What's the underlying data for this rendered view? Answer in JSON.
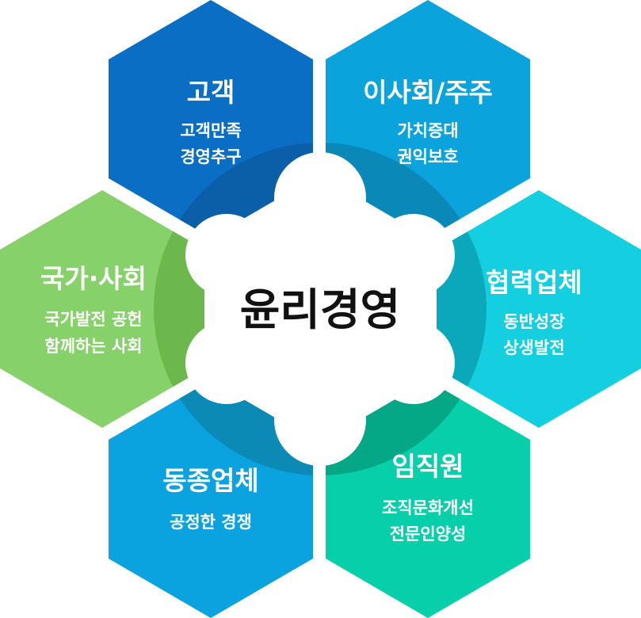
{
  "center": {
    "title": "윤리경영"
  },
  "nodes": [
    {
      "id": "customer",
      "title": "고객",
      "lines": [
        "고객만족",
        "경영추구"
      ],
      "color": "#0a6fc4"
    },
    {
      "id": "board",
      "title": "이사회/주주",
      "lines": [
        "가치증대",
        "권익보호"
      ],
      "color": "#0ba3dc"
    },
    {
      "id": "partners",
      "title": "협력업체",
      "lines": [
        "동반성장",
        "상생발전"
      ],
      "color": "#13cfe0"
    },
    {
      "id": "employees",
      "title": "임직원",
      "lines": [
        "조직문화개선",
        "전문인양성"
      ],
      "color": "#07cfa9"
    },
    {
      "id": "competitors",
      "title": "동종업체",
      "lines": [
        "공정한 경쟁"
      ],
      "color": "#0aa3e0"
    },
    {
      "id": "society",
      "title": "국가·사회",
      "lines": [
        "국가발전 공헌",
        "함께하는 사회"
      ],
      "color": "#86d16a"
    }
  ],
  "overlap_colors": {
    "customer": "#0b5ea8",
    "board": "#0a88b8",
    "partners": "#0aa8ba",
    "employees": "#05a886",
    "competitors": "#0a8ab5",
    "society": "#6db84c"
  }
}
